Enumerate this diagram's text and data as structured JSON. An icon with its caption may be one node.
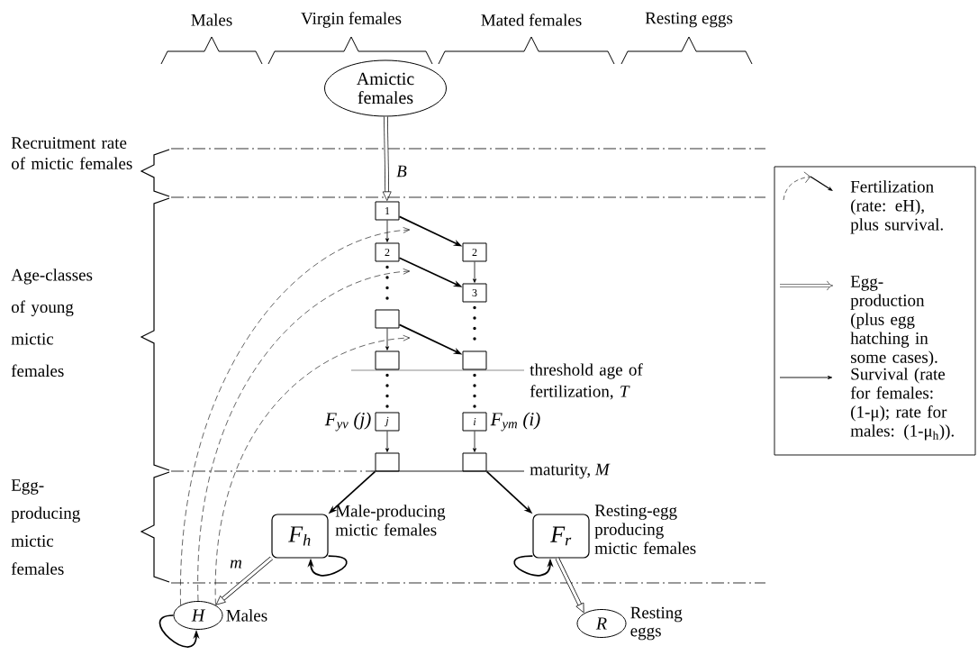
{
  "diagram": {
    "nodes": [
      {
        "text": [
          "Amictic females"
        ]
      },
      {
        "text": [
          "1"
        ]
      },
      {
        "text": [
          "2"
        ]
      },
      {
        "text": [],
        "shape": "box"
      },
      {
        "text": [],
        "shape": "box"
      },
      {
        "text": [
          "j"
        ],
        "beside": [
          "F$_{yv}$ (j)"
        ]
      },
      {
        "text": [],
        "shape": "box"
      },
      {
        "text": [
          "2"
        ]
      },
      {
        "text": [
          "3"
        ]
      },
      {
        "text": [],
        "shape": "box"
      },
      {
        "text": [
          "i"
        ],
        "beside": [
          "F$_{ym}$ (i)"
        ]
      },
      {
        "text": [],
        "shape": "box"
      },
      {
        "text": [
          "F$_{h}$"
        ],
        "beside": [
          "Male-producing mictic females"
        ]
      },
      {
        "text": [
          "F$_{r}$"
        ],
        "beside": [
          "Resting-egg producing mictic females"
        ]
      },
      {
        "text": [
          "H"
        ],
        "beside": [
          "Males"
        ]
      },
      {
        "text": [
          "R"
        ],
        "beside": [
          "Resting eggs"
        ]
      }
    ],
    "edges": [
      {
        "from": 0,
        "to": 1,
        "arrow": "to",
        "style": "thick",
        "label": "B"
      },
      {
        "from": 1,
        "to": 2,
        "arrow": "to"
      },
      {
        "from": 1,
        "to": 7,
        "arrow": "to"
      },
      {
        "from": 2,
        "to": 3,
        "arrow": "none",
        "style": "dashed"
      },
      {
        "from": 2,
        "to": 8,
        "arrow": "to"
      },
      {
        "from": 3,
        "to": 4,
        "arrow": "to"
      },
      {
        "from": 3,
        "to": 9,
        "arrow": "to"
      },
      {
        "from": 4,
        "to": 5,
        "arrow": "none",
        "style": "dashed"
      },
      {
        "from": 5,
        "to": 6,
        "arrow": "to"
      },
      {
        "from": 7,
        "to": 8,
        "arrow": "to"
      },
      {
        "from": 8,
        "to": 9,
        "arrow": "none",
        "style": "dashed"
      },
      {
        "from": 9,
        "to": 10,
        "arrow": "none",
        "style": "dashed"
      },
      {
        "from": 10,
        "to": 11,
        "arrow": "to"
      },
      {
        "from": 6,
        "to": 12,
        "arrow": "to"
      },
      {
        "from": 11,
        "to": 13,
        "arrow": "to"
      },
      {
        "from": 12,
        "to": 12,
        "arrow": "to"
      },
      {
        "from": 13,
        "to": 13,
        "arrow": "to"
      },
      {
        "from": 14,
        "to": 14,
        "arrow": "to"
      },
      {
        "from": 12,
        "to": 14,
        "arrow": "to",
        "style": "thick",
        "label": "m"
      },
      {
        "from": 13,
        "to": 15,
        "arrow": "to",
        "style": "thick"
      },
      {
        "from": 14,
        "to": 1,
        "arrow": "to",
        "style": "dashed"
      },
      {
        "from": 14,
        "to": 2,
        "arrow": "to",
        "style": "dashed"
      },
      {
        "from": 14,
        "to": 3,
        "arrow": "to",
        "style": "dashed"
      }
    ],
    "labels": [
      "Males",
      "Virgin females",
      "Mated females",
      "Resting eggs",
      "Recruitment rate of mictic females",
      "Age-classes of young mictic females",
      "Egg-producing mictic females",
      "threshold age of fertilization, *T*",
      "maturity, *M*"
    ],
    "legend": [
      {
        "text": "Fertilization (rate: eH), plus survival."
      },
      {
        "text": "Egg-production (plus egg hatching in some cases)."
      },
      {
        "text": "Survival (rate for females: (1-μ); rate for males: (1-μ$_{h}$))."
      }
    ]
  }
}
